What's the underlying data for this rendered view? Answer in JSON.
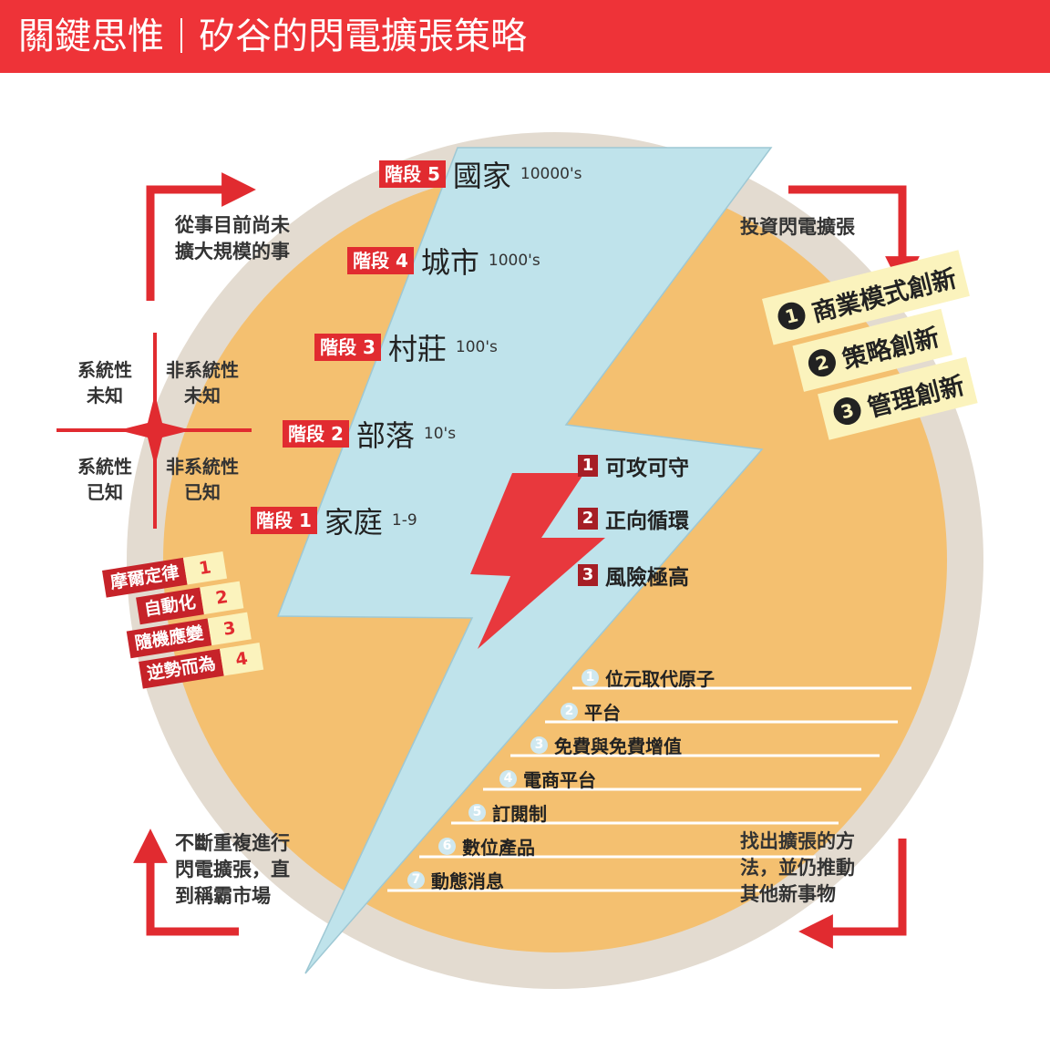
{
  "header": {
    "title_left": "關鍵思惟",
    "title_right": "矽谷的閃電擴張策略"
  },
  "colors": {
    "brand_red": "#ee3338",
    "circle_orange": "#f4c070",
    "circle_ring": "#e3dbd0",
    "bolt_blue": "#bfe3eb",
    "tag_red": "#e12b30",
    "dark_red": "#a61e25",
    "note_yellow": "#fbf3bd"
  },
  "stages": [
    {
      "tag": "階段 5",
      "name": "國家",
      "count": "10000's"
    },
    {
      "tag": "階段 4",
      "name": "城市",
      "count": "1000's"
    },
    {
      "tag": "階段 3",
      "name": "村莊",
      "count": "100's"
    },
    {
      "tag": "階段 2",
      "name": "部落",
      "count": "10's"
    },
    {
      "tag": "階段 1",
      "name": "家庭",
      "count": "1-9"
    }
  ],
  "risks": [
    {
      "num": "1",
      "label": "可攻可守"
    },
    {
      "num": "2",
      "label": "正向循環"
    },
    {
      "num": "3",
      "label": "風險極高"
    }
  ],
  "keys": [
    {
      "num": "1",
      "label": "位元取代原子"
    },
    {
      "num": "2",
      "label": "平台"
    },
    {
      "num": "3",
      "label": "免費與免費增值"
    },
    {
      "num": "4",
      "label": "電商平台"
    },
    {
      "num": "5",
      "label": "訂閱制"
    },
    {
      "num": "6",
      "label": "數位產品"
    },
    {
      "num": "7",
      "label": "動態消息"
    }
  ],
  "notes": {
    "top_left_1": "從事目前尚未",
    "top_left_2": "擴大規模的事",
    "top_right": "投資閃電擴張",
    "bottom_left_1": "不斷重複進行",
    "bottom_left_2": "閃電擴張，直",
    "bottom_left_3": "到稱霸市場",
    "bottom_right_1": "找出擴張的方",
    "bottom_right_2": "法，並仍推動",
    "bottom_right_3": "其他新事物"
  },
  "quadrants": {
    "tl_1": "系統性",
    "tl_2": "未知",
    "tr_1": "非系統性",
    "tr_2": "未知",
    "bl_1": "系統性",
    "bl_2": "已知",
    "br_1": "非系統性",
    "br_2": "已知"
  },
  "innovations": [
    {
      "num": "1",
      "label": "商業模式創新"
    },
    {
      "num": "2",
      "label": "策略創新"
    },
    {
      "num": "3",
      "label": "管理創新"
    }
  ],
  "laws": [
    {
      "label": "摩爾定律",
      "num": "1"
    },
    {
      "label": "自動化",
      "num": "2"
    },
    {
      "label": "隨機應變",
      "num": "3"
    },
    {
      "label": "逆勢而為",
      "num": "4"
    }
  ]
}
